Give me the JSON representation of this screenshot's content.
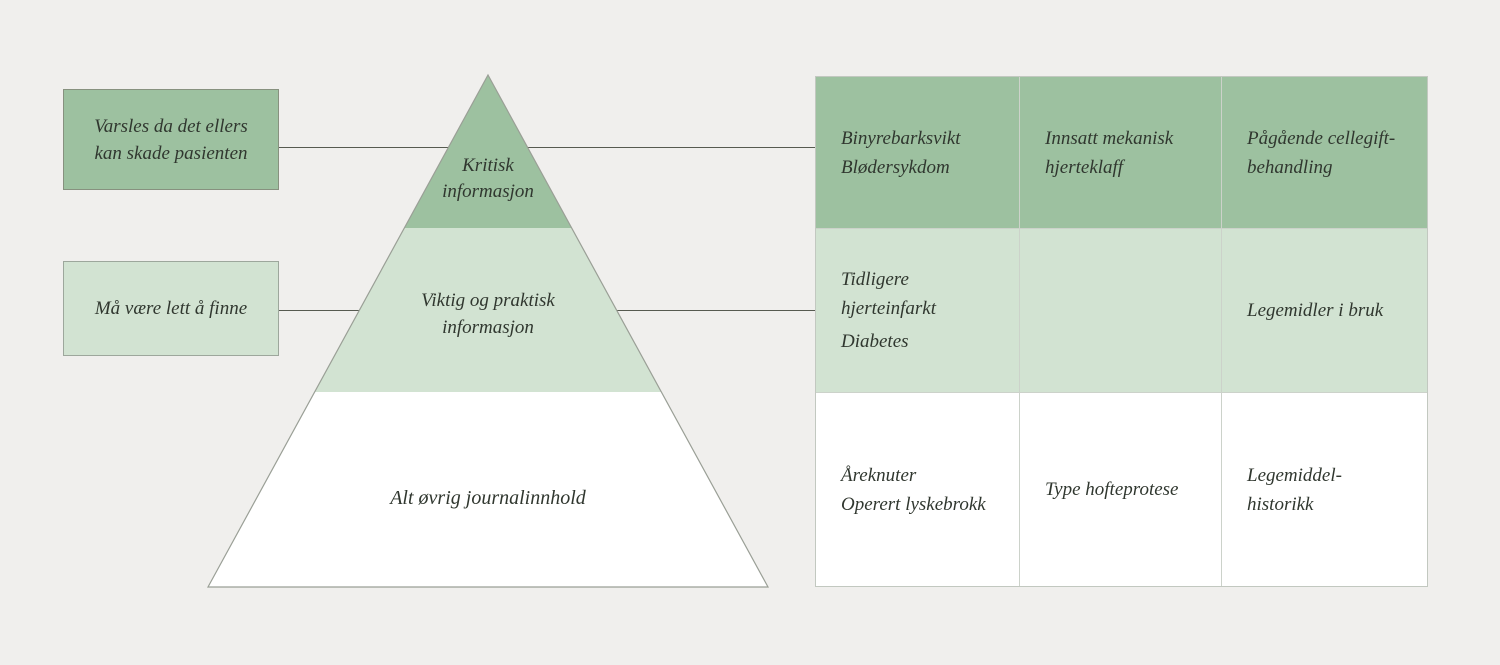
{
  "figure": {
    "description": "Pyramide for journalinnhold med eksempler",
    "colors": {
      "background": "#f0efed",
      "critical_green": "#9dc1a0",
      "important_green": "#d2e3d2",
      "base_white": "#ffffff",
      "text": "#30372f",
      "connector_line": "#565a50"
    }
  },
  "annotations": [
    {
      "id": "critical-note",
      "label": "Varsles da det ellers kan skade pasienten",
      "tone": "dark"
    },
    {
      "id": "easy-to-find-note",
      "label": "Må være lett å finne",
      "tone": "light"
    }
  ],
  "pyramid": {
    "levels": [
      {
        "id": "kritisk",
        "tone": "dark",
        "lines": [
          "Kritisk",
          "informasjon"
        ]
      },
      {
        "id": "viktig",
        "tone": "light",
        "lines": [
          "Viktig og praktisk",
          "informasjon"
        ]
      },
      {
        "id": "ovrig",
        "tone": "white",
        "lines": [
          "Alt øvrig journalinnhold"
        ]
      }
    ]
  },
  "table": {
    "rows": [
      {
        "tone": "dark",
        "cells": [
          {
            "lines": [
              "Binyrebarksvikt",
              "Blødersykdom"
            ]
          },
          {
            "lines": [
              "Innsatt mekanisk",
              "hjerteklaff"
            ]
          },
          {
            "lines": [
              "Pågående cellegift-",
              "behandling"
            ]
          }
        ]
      },
      {
        "tone": "light",
        "cells": [
          {
            "lines": [
              "Tidligere",
              "hjerteinfarkt",
              "Diabetes"
            ]
          },
          {
            "lines": []
          },
          {
            "lines": [
              "Legemidler i bruk"
            ]
          }
        ]
      },
      {
        "tone": "white",
        "cells": [
          {
            "lines": [
              "Åreknuter",
              "Operert lyskebrokk"
            ]
          },
          {
            "lines": [
              "Type hofteprotese"
            ]
          },
          {
            "lines": [
              "Legemiddel-",
              "historikk"
            ]
          }
        ]
      }
    ]
  }
}
